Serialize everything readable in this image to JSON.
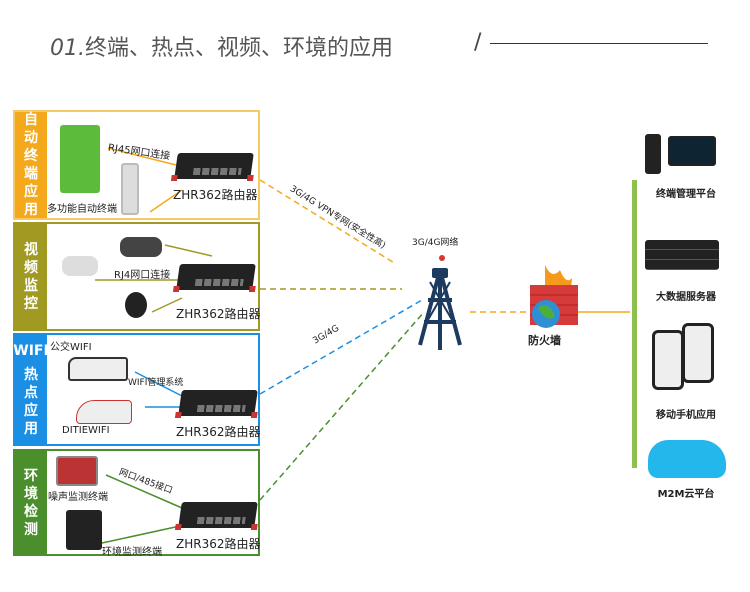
{
  "header": {
    "number": "01.",
    "title": "终端、热点、视频、环境的应用",
    "slash": "/"
  },
  "sections": [
    {
      "label": [
        "自",
        "动",
        "终",
        "端",
        "应",
        "用"
      ],
      "color": "#f3a91b",
      "conn": "RJ45网口连接",
      "device": "多功能自动终端",
      "router": "ZHR362路由器"
    },
    {
      "label": [
        "视",
        "频",
        "监",
        "控"
      ],
      "color": "#a09a22",
      "conn": "RJ4网口连接",
      "router": "ZHR362路由器"
    },
    {
      "label": [
        "WIFI",
        "热",
        "点",
        "应",
        "用"
      ],
      "color": "#1b8fe3",
      "device1": "公交WIFI",
      "conn": "WIFI管理系统",
      "device2": "DITIEWIFI",
      "router": "ZHR362路由器"
    },
    {
      "label": [
        "环",
        "境",
        "检",
        "测"
      ],
      "color": "#4a8f2c",
      "conn": "网口/485接口",
      "device1": "噪声监测终端",
      "device2": "环境监测终端",
      "router": "ZHR362路由器"
    }
  ],
  "links": {
    "vpn": "3G/4G VPN专网(安全性高)",
    "g34": "3G/4G",
    "network": "3G/4G网络"
  },
  "firewall": "防火墙",
  "platforms": [
    "终端管理平台",
    "大数据服务器",
    "移动手机应用",
    "M2M云平台"
  ]
}
